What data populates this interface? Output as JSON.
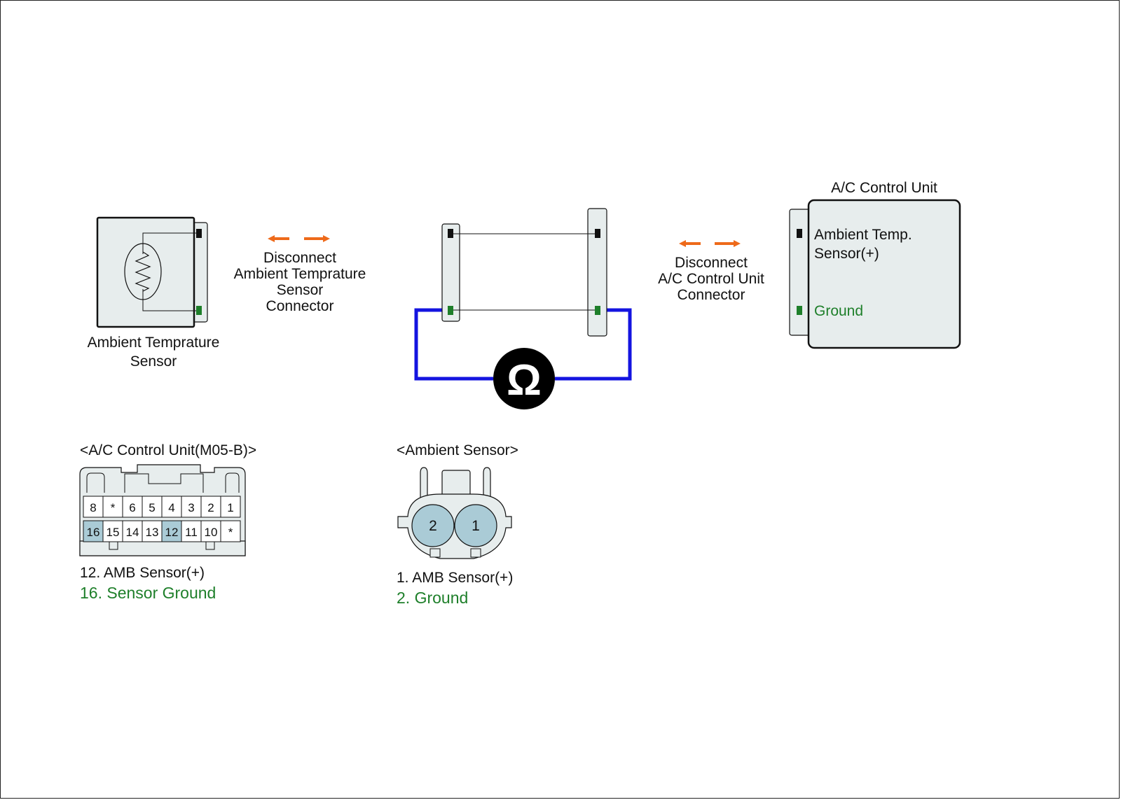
{
  "colors": {
    "black": "#111111",
    "box_fill": "#e7eded",
    "pin_black": "#111111",
    "pin_green": "#1e7f2a",
    "green_text": "#1e7f2a",
    "wire_blue": "#1414e0",
    "arrow_orange": "#ee6a1a",
    "highlight": "#aacbd6",
    "ohm_fill": "#000000"
  },
  "sensor": {
    "label_line1": "Ambient Temprature",
    "label_line2": "Sensor"
  },
  "disconnect_left": {
    "line1": "Disconnect",
    "line2": "Ambient Temprature",
    "line3": "Sensor",
    "line4": "Connector"
  },
  "disconnect_right": {
    "line1": "Disconnect",
    "line2": "A/C Control Unit",
    "line3": "Connector"
  },
  "meter": {
    "symbol": "Ω"
  },
  "control_unit": {
    "title": "A/C Control Unit",
    "pin1_line1": "Ambient Temp.",
    "pin1_line2": "Sensor(+)",
    "pin2_label": "Ground"
  },
  "acu_connector": {
    "title": "<A/C Control Unit(M05-B)>",
    "row1": [
      "8",
      "*",
      "6",
      "5",
      "4",
      "3",
      "2",
      "1"
    ],
    "row2": [
      "16",
      "15",
      "14",
      "13",
      "12",
      "11",
      "10",
      "*"
    ],
    "highlighted": [
      "16",
      "12"
    ],
    "legend1": "12. AMB Sensor(+)",
    "legend2": "16. Sensor Ground"
  },
  "amb_connector": {
    "title": "<Ambient Sensor>",
    "pin_left": "2",
    "pin_right": "1",
    "legend1": "1. AMB Sensor(+)",
    "legend2": "2. Ground"
  }
}
